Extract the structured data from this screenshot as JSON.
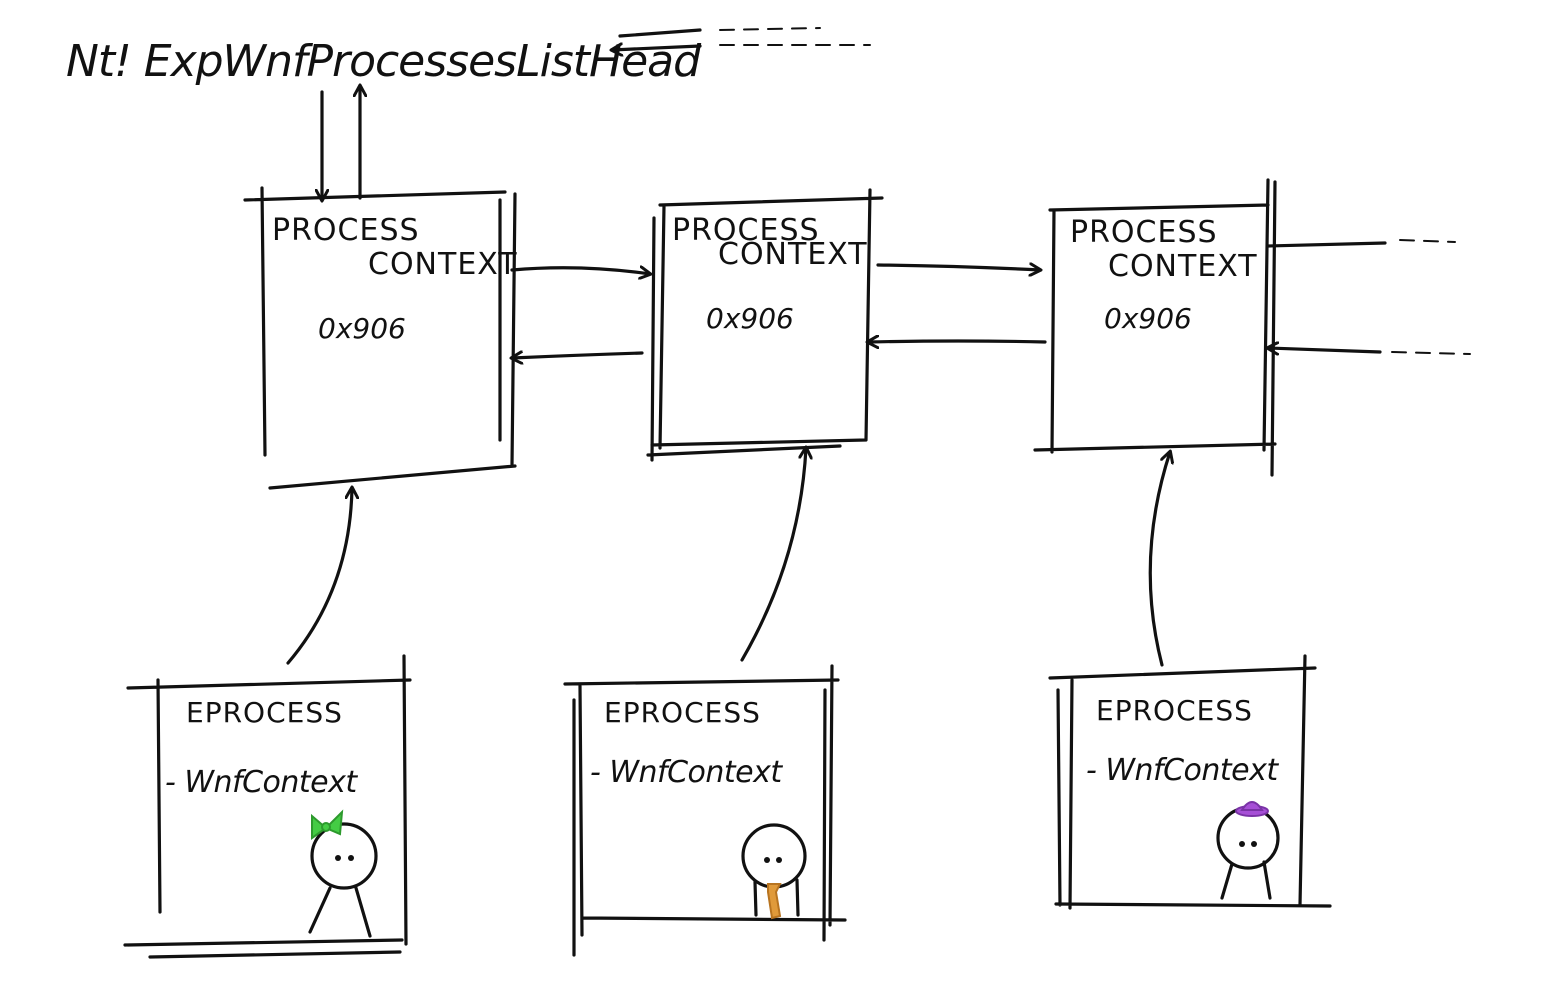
{
  "head": {
    "label": "Nt! ExpWnfProcessesListHead"
  },
  "process_contexts": [
    {
      "title_line1": "PROCESS",
      "title_line2": "CONTEXT",
      "address": "0x906"
    },
    {
      "title_line1": "PROCESS",
      "title_line2": "CONTEXT",
      "address": "0x906"
    },
    {
      "title_line1": "PROCESS",
      "title_line2": "CONTEXT",
      "address": "0x906"
    }
  ],
  "eprocesses": [
    {
      "title": "EPROCESS",
      "field": "- WnfContext",
      "figure_accessory": "bow",
      "accessory_color": "#44cc44"
    },
    {
      "title": "EPROCESS",
      "field": "- WnfContext",
      "figure_accessory": "tie",
      "accessory_color": "#e09a3a"
    },
    {
      "title": "EPROCESS",
      "field": "- WnfContext",
      "figure_accessory": "hat",
      "accessory_color": "#a64fd6"
    }
  ]
}
